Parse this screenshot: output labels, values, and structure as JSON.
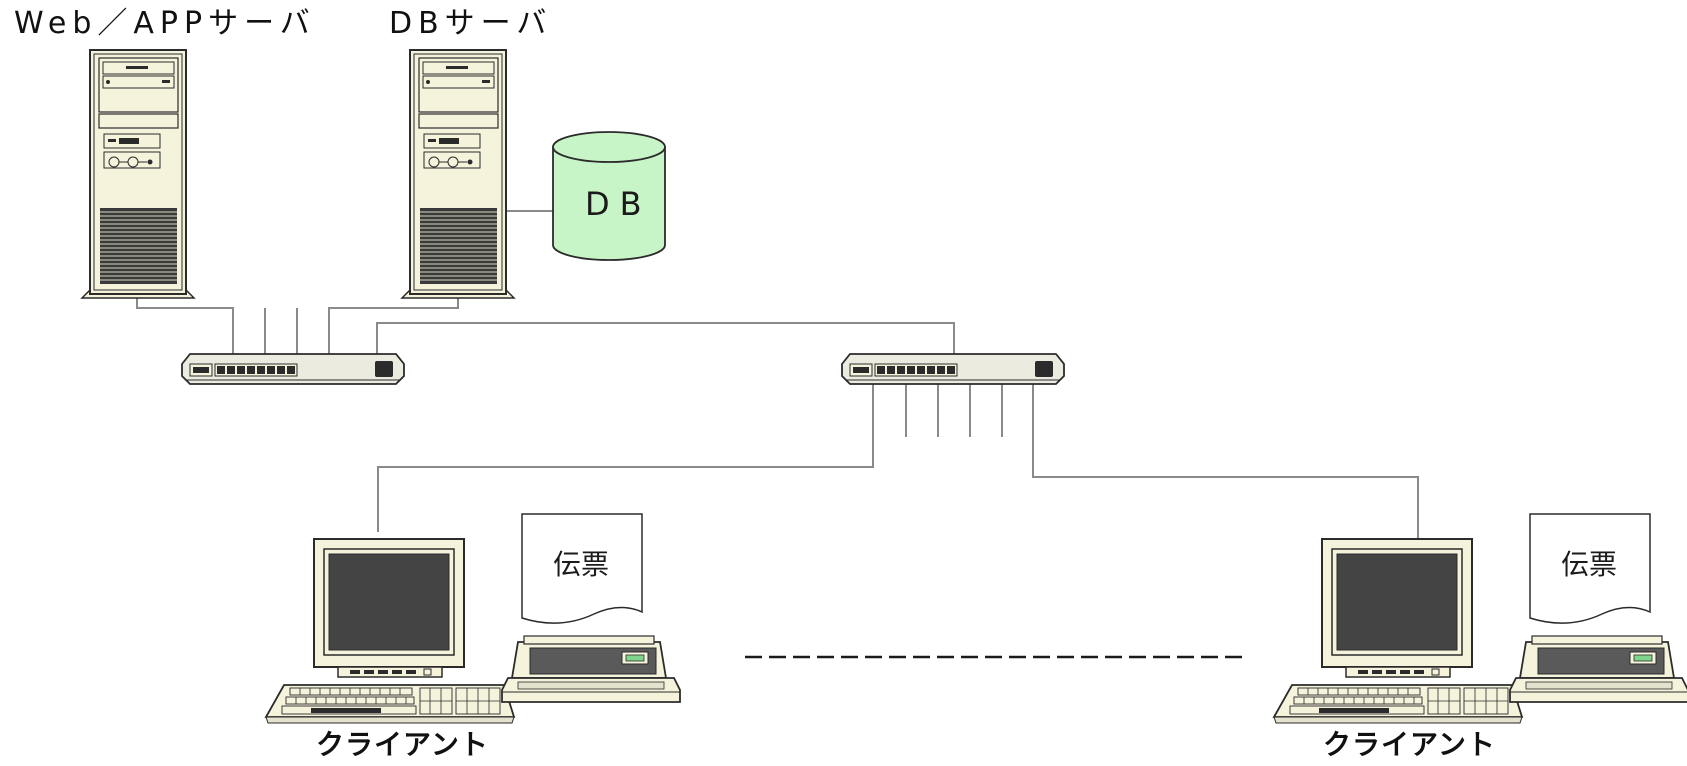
{
  "labels": {
    "web_app_server": "Web／APPサーバ",
    "db_server": "DBサーバ",
    "database": "DB",
    "client_left": "クライアント",
    "client_right": "クライアント",
    "slip_left": "伝票",
    "slip_right": "伝票"
  },
  "colors": {
    "line": "#8a8a8a",
    "device_body": "#f5f3dc",
    "device_outline": "#2b2b2b",
    "screen": "#444444",
    "db_fill": "#c8f5c8",
    "hub_body": "#ecebe0"
  }
}
